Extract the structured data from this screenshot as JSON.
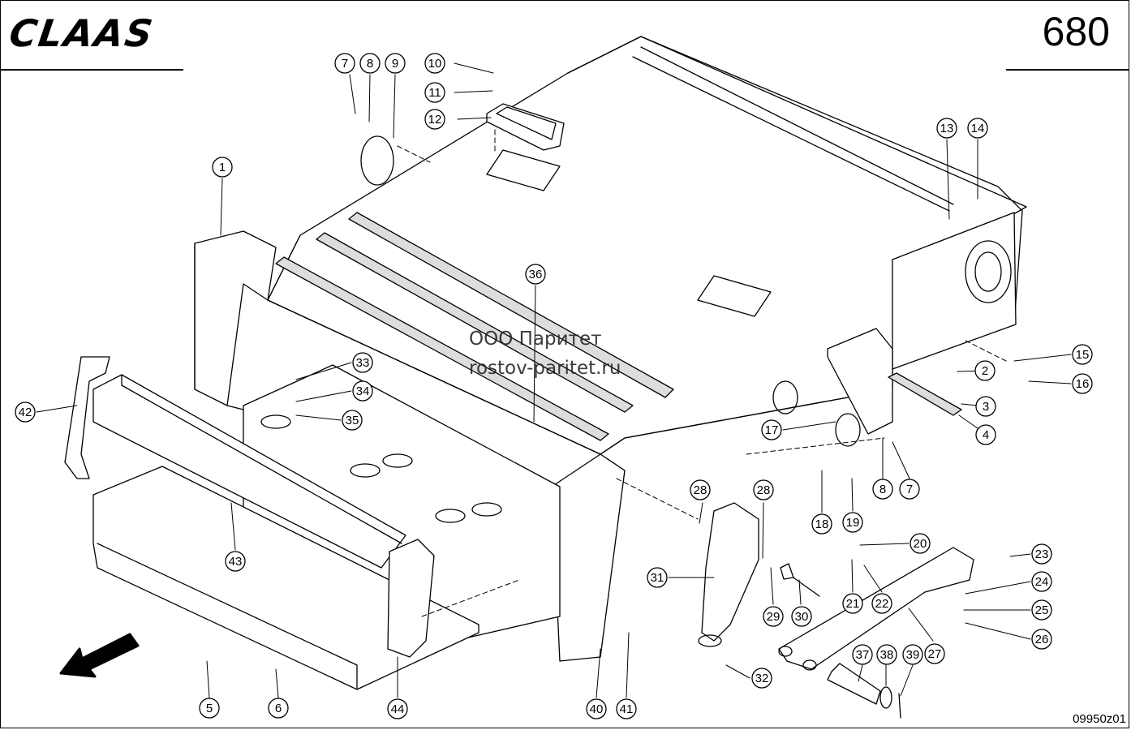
{
  "header": {
    "brand_logo_text": "CLAAS",
    "page_number": "680"
  },
  "watermark": {
    "line1": "ООО Паритет",
    "line2": "rostov-paritet.ru"
  },
  "footer": {
    "drawing_code": "09950z01"
  },
  "callouts": [
    "1",
    "2",
    "3",
    "4",
    "5",
    "6",
    "7",
    "7",
    "8",
    "8",
    "9",
    "10",
    "11",
    "12",
    "13",
    "14",
    "15",
    "16",
    "17",
    "18",
    "19",
    "20",
    "21",
    "22",
    "23",
    "24",
    "25",
    "26",
    "27",
    "28",
    "28",
    "29",
    "30",
    "31",
    "32",
    "33",
    "34",
    "35",
    "36",
    "37",
    "38",
    "39",
    "40",
    "41",
    "42",
    "43",
    "44"
  ],
  "icons": {
    "direction_arrow": "arrow-down-left-icon"
  }
}
